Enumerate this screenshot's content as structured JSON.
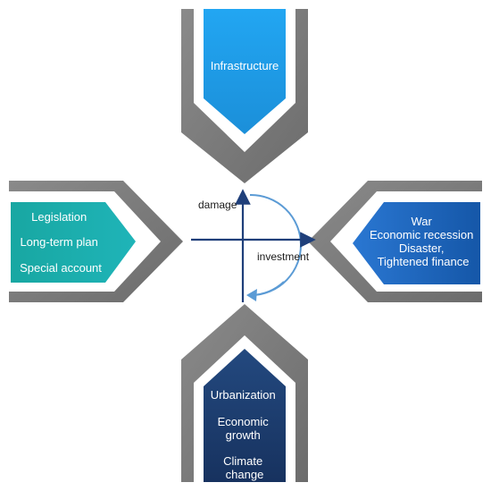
{
  "top": {
    "lines": [
      "Infrastructure"
    ]
  },
  "left": {
    "lines": [
      "Legislation",
      "Long-term plan",
      "Special account"
    ]
  },
  "right": {
    "lines": [
      "War",
      "Economic recession",
      "Disaster,",
      "Tightened finance"
    ]
  },
  "bottom": {
    "lines": [
      "Urbanization",
      "Economic",
      "growth",
      "Climate",
      "change"
    ]
  },
  "center": {
    "y_label": "damage",
    "x_label": "investment"
  },
  "colors": {
    "chevron_gray": "#7a7a7a",
    "top_box": "#29a8f0",
    "left_box": "#17a9a9",
    "right_box": "#1e68c4",
    "bottom_box": "#1d3f78",
    "axis": "#1f3f7a",
    "cycle": "#5b9bd5"
  }
}
